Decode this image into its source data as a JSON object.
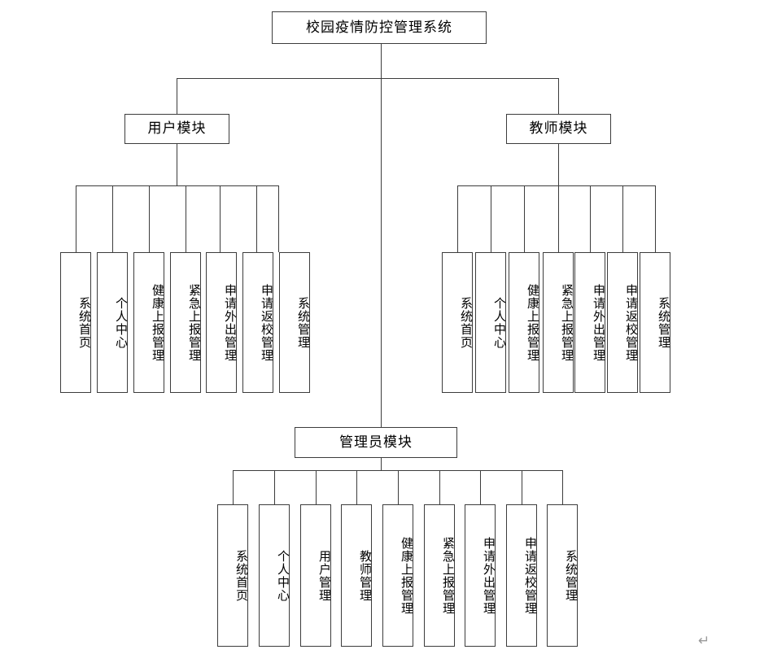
{
  "diagram": {
    "title": "校园疫情防控管理系统",
    "root": {
      "label": "校园疫情防控管理系统"
    },
    "modules": [
      {
        "id": "user-module",
        "label": "用户模块",
        "leaves": [
          "系统首页",
          "个人中心",
          "健康上报管理",
          "紧急上报管理",
          "申请外出管理",
          "申请返校管理",
          "系统管理"
        ]
      },
      {
        "id": "teacher-module",
        "label": "教师模块",
        "leaves": [
          "系统首页",
          "个人中心",
          "健康上报管理",
          "紧急上报管理",
          "申请外出管理",
          "申请返校管理",
          "系统管理"
        ]
      },
      {
        "id": "admin-module",
        "label": "管理员模块",
        "leaves": [
          "系统首页",
          "个人中心",
          "用户管理",
          "教师管理",
          "健康上报管理",
          "紧急上报管理",
          "申请外出管理",
          "申请返校管理",
          "系统管理"
        ]
      }
    ],
    "marks": {
      "paragraph_mark": "↵"
    },
    "colors": {
      "stroke": "#3c3c3c",
      "background": "#ffffff",
      "text": "#000000",
      "mark": "#9a9a9a"
    }
  }
}
